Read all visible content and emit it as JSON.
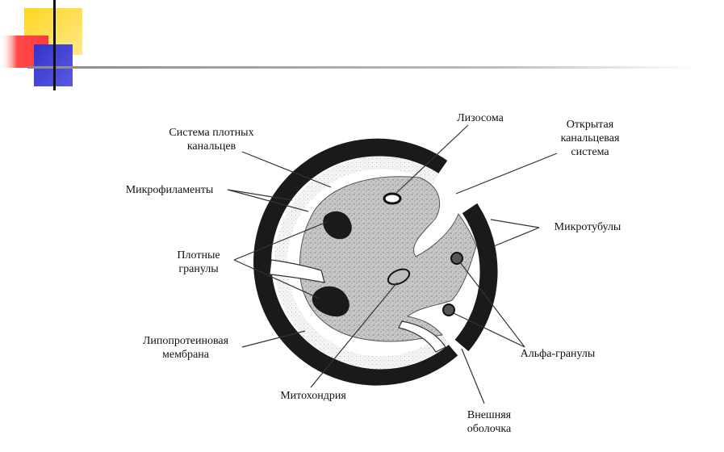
{
  "labels": {
    "dense_tubular_system": "Система плотных\nканальцев",
    "lysosome": "Лизосома",
    "open_canalicular_system": "Открытая\nканальцевая\nсистема",
    "microfilaments": "Микрофиламенты",
    "microtubules": "Микротубулы",
    "dense_granules": "Плотные\nгранулы",
    "lipoprotein_membrane": "Липопротеиновая\nмембрана",
    "alpha_granules": "Альфа-гранулы",
    "mitochondrion": "Митохондрия",
    "outer_coat": "Внешняя\nоболочка"
  },
  "colors": {
    "accent_yellow": "#ffd21f",
    "accent_red": "#ff4040",
    "accent_blue": "#3a3acc",
    "line": "#333333",
    "ink": "#111111"
  }
}
